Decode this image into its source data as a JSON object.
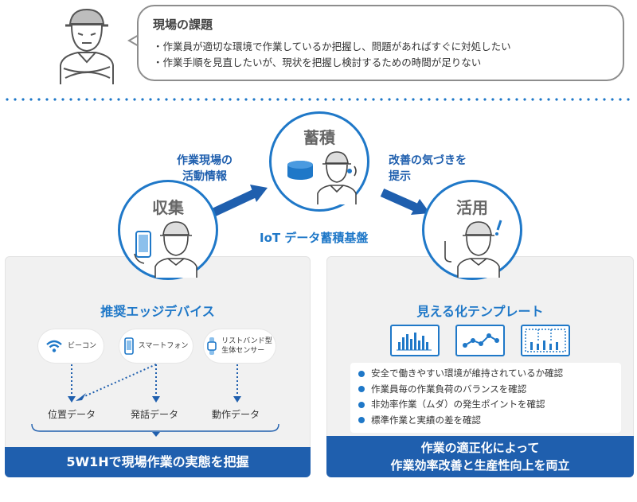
{
  "issue": {
    "title": "現場の課題",
    "items": [
      "作業員が適切な環境で作業しているか把握し、問題があればすぐに対処したい",
      "作業手順を見直したいが、現状を把握し検討するための時間が足りない"
    ]
  },
  "stages": {
    "collect": "収集",
    "store": "蓄積",
    "utilize": "活用"
  },
  "flow": {
    "left_line1": "作業現場の",
    "left_line2": "活動情報",
    "right_line1": "改善の気づきを",
    "right_line2": "提示",
    "platform": "IoT データ蓄積基盤"
  },
  "left_panel": {
    "title": "推奨エッジデバイス",
    "devices": [
      {
        "label": "ビーコン",
        "icon": "wifi-icon"
      },
      {
        "label": "スマートフォン",
        "icon": "smartphone-icon"
      },
      {
        "label_line1": "リストバンド型",
        "label_line2": "生体センサー",
        "icon": "wristband-icon"
      }
    ],
    "data": [
      "位置データ",
      "発話データ",
      "動作データ"
    ],
    "banner": "5W1Hで現場作業の実態を把握"
  },
  "right_panel": {
    "title": "見える化テンプレート",
    "templates": [
      "bar-chart-icon",
      "line-chart-icon",
      "floor-map-icon"
    ],
    "checks": [
      "安全で働きやすい環境が維持されているか確認",
      "作業員毎の作業負荷のバランスを確認",
      "非効率作業（ムダ）の発生ポイントを確認",
      "標準作業と実績の差を確認"
    ],
    "banner_line1": "作業の適正化によって",
    "banner_line2": "作業効率改善と生産性向上を両立"
  },
  "colors": {
    "accent": "#1f78c8",
    "banner": "#1f5fae",
    "panel": "#f1f1f1"
  }
}
